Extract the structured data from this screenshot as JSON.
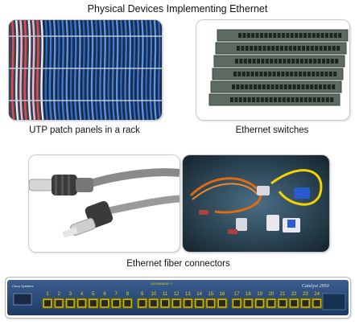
{
  "title": "Physical Devices Implementing Ethernet",
  "panels": [
    {
      "caption": "UTP patch panels in a rack"
    },
    {
      "caption": "Ethernet switches"
    },
    {
      "caption": ""
    },
    {
      "caption": ""
    }
  ],
  "fiber_caption": "Ethernet fiber connectors",
  "switch": {
    "label_left": "Cisco Systems",
    "label_center": "10/100BASE-T",
    "model": "Catalyst 2950",
    "ports": [
      "1",
      "2",
      "3",
      "4",
      "5",
      "6",
      "7",
      "8",
      "9",
      "10",
      "11",
      "12",
      "13",
      "14",
      "15",
      "16",
      "17",
      "18",
      "19",
      "20",
      "21",
      "22",
      "23",
      "24"
    ]
  },
  "colors": {
    "switch_body": "#2a4a78",
    "port_label": "#f5d000",
    "cable_blue": "#3a7ad8",
    "fiber_orange": "#e06a10",
    "fiber_yellow": "#f2d200"
  }
}
